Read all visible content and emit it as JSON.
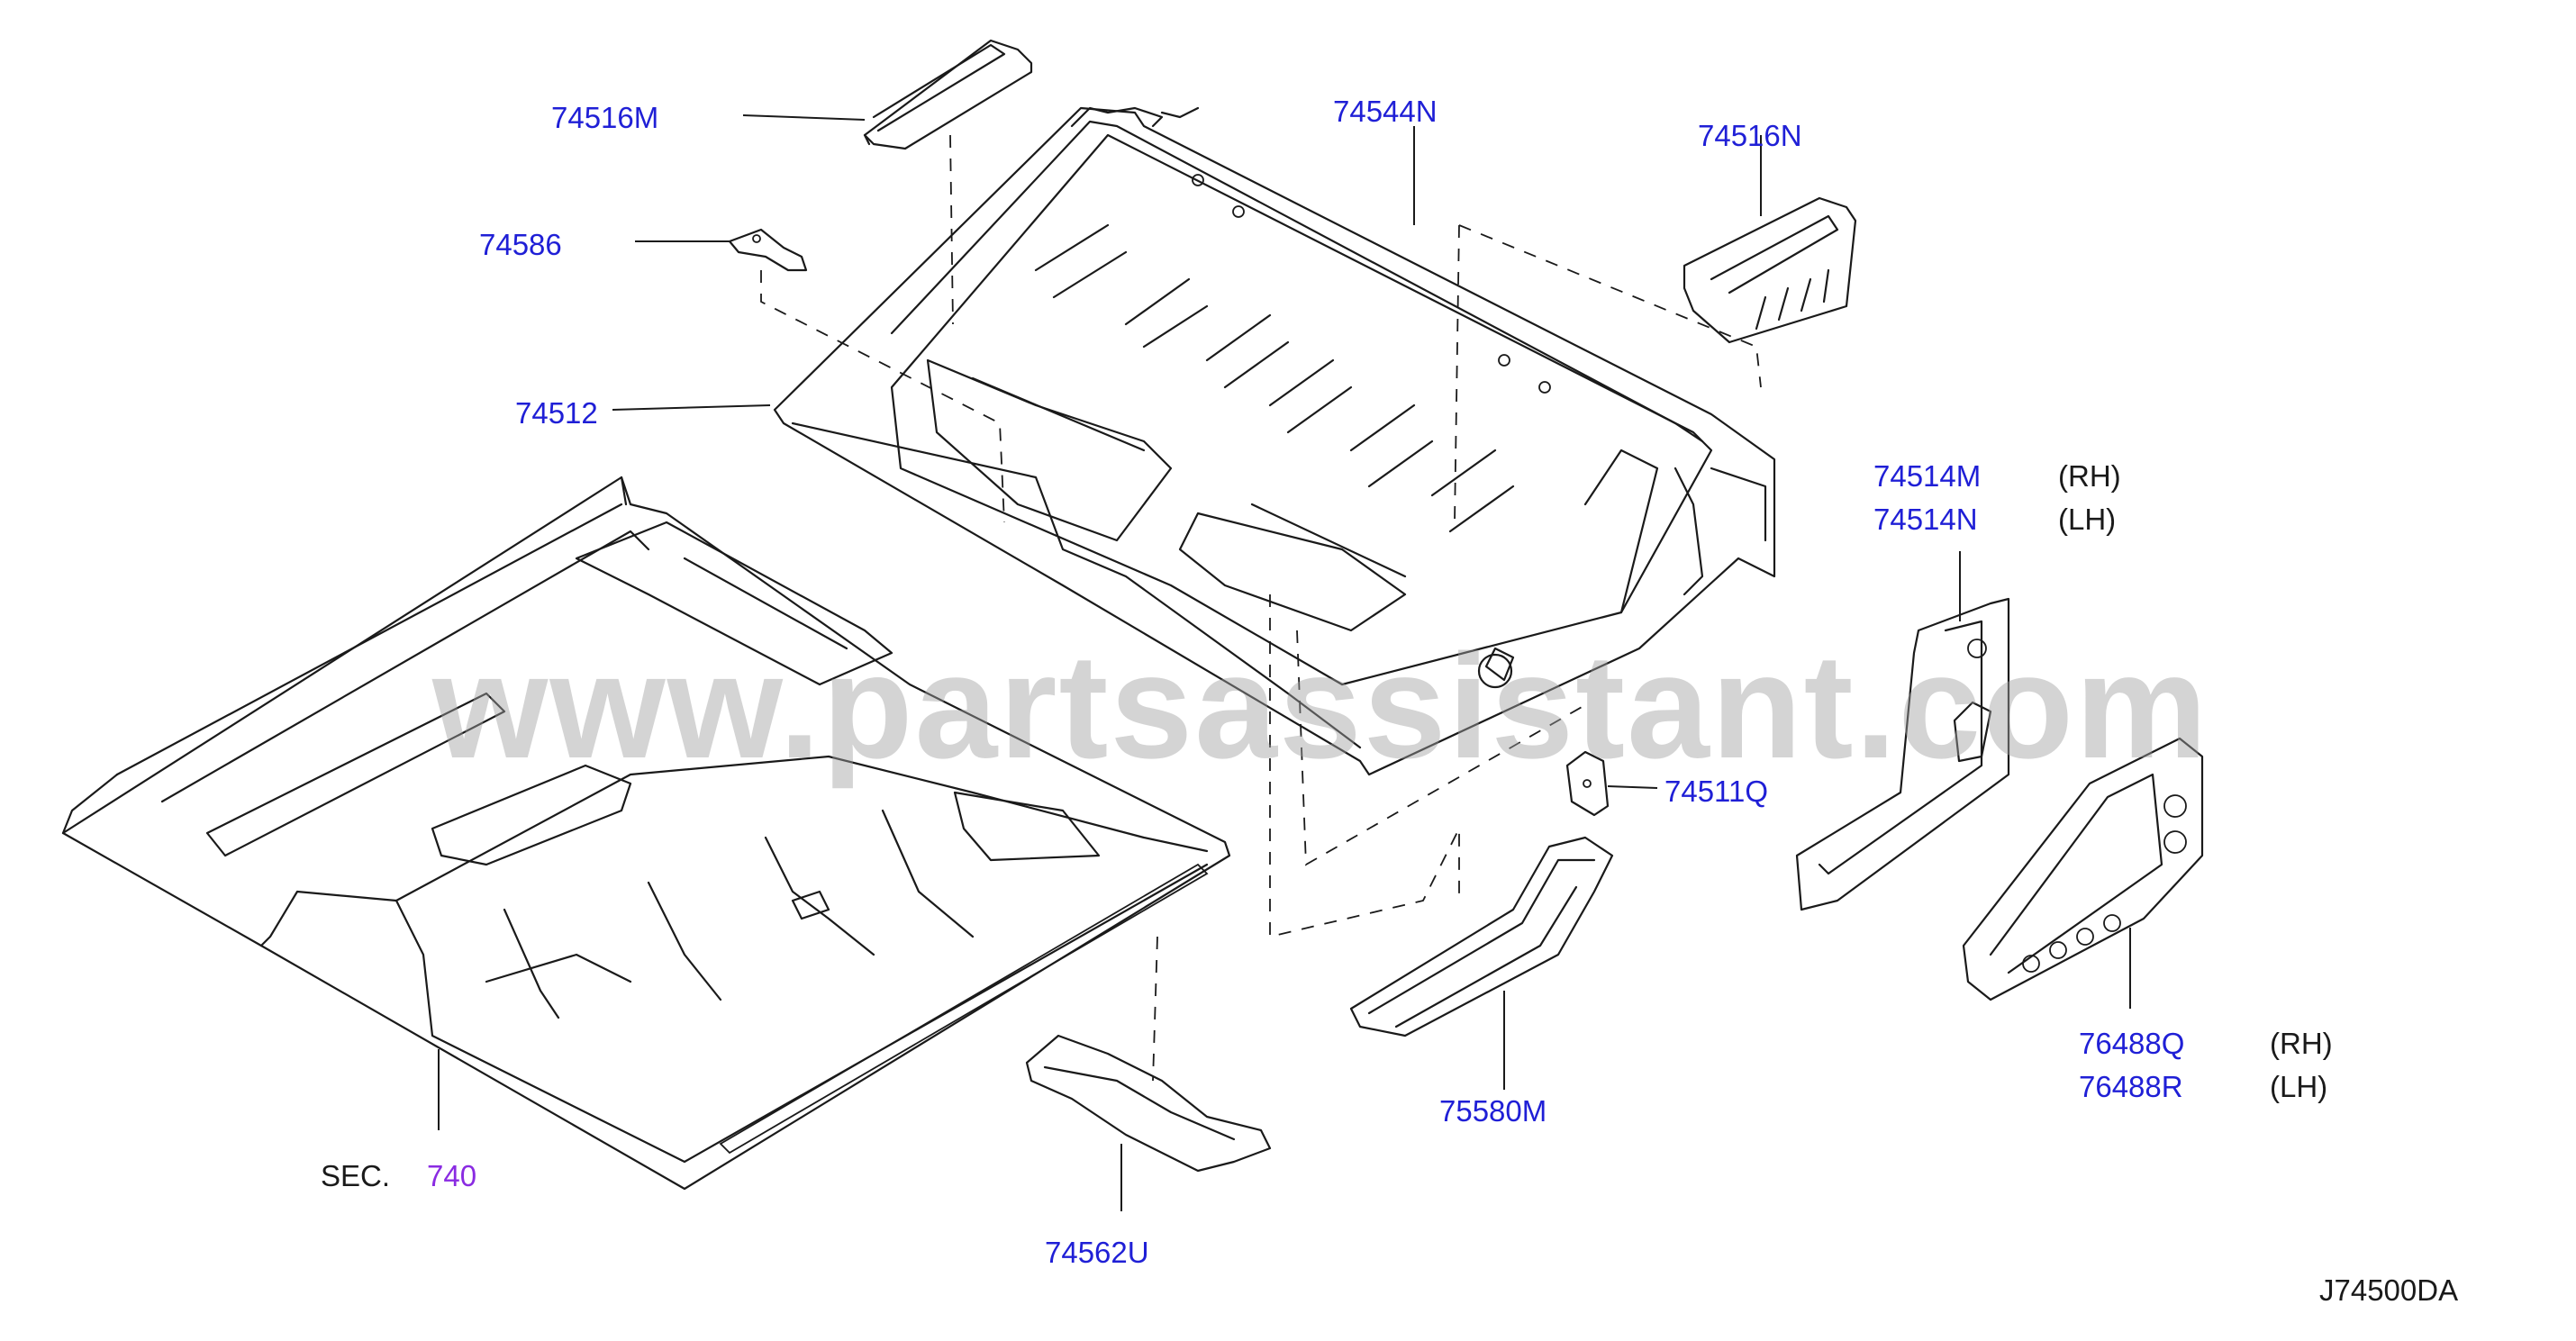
{
  "diagram": {
    "code": "J74500DA",
    "watermark": "www.partsassistant.com",
    "section_prefix": "SEC.",
    "section_number": "740",
    "colors": {
      "part_label": "#1f1fd6",
      "section_ref": "#8a2be2",
      "line": "#1a1a1a",
      "watermark": "#a0a0a0"
    },
    "parts": [
      {
        "number": "74516M",
        "side": ""
      },
      {
        "number": "74544N",
        "side": ""
      },
      {
        "number": "74516N",
        "side": ""
      },
      {
        "number": "74586",
        "side": ""
      },
      {
        "number": "74512",
        "side": ""
      },
      {
        "number": "74514M",
        "side": "(RH)"
      },
      {
        "number": "74514N",
        "side": "(LH)"
      },
      {
        "number": "74511Q",
        "side": ""
      },
      {
        "number": "75580M",
        "side": ""
      },
      {
        "number": "76488Q",
        "side": "(RH)"
      },
      {
        "number": "76488R",
        "side": "(LH)"
      },
      {
        "number": "74562U",
        "side": ""
      }
    ]
  }
}
